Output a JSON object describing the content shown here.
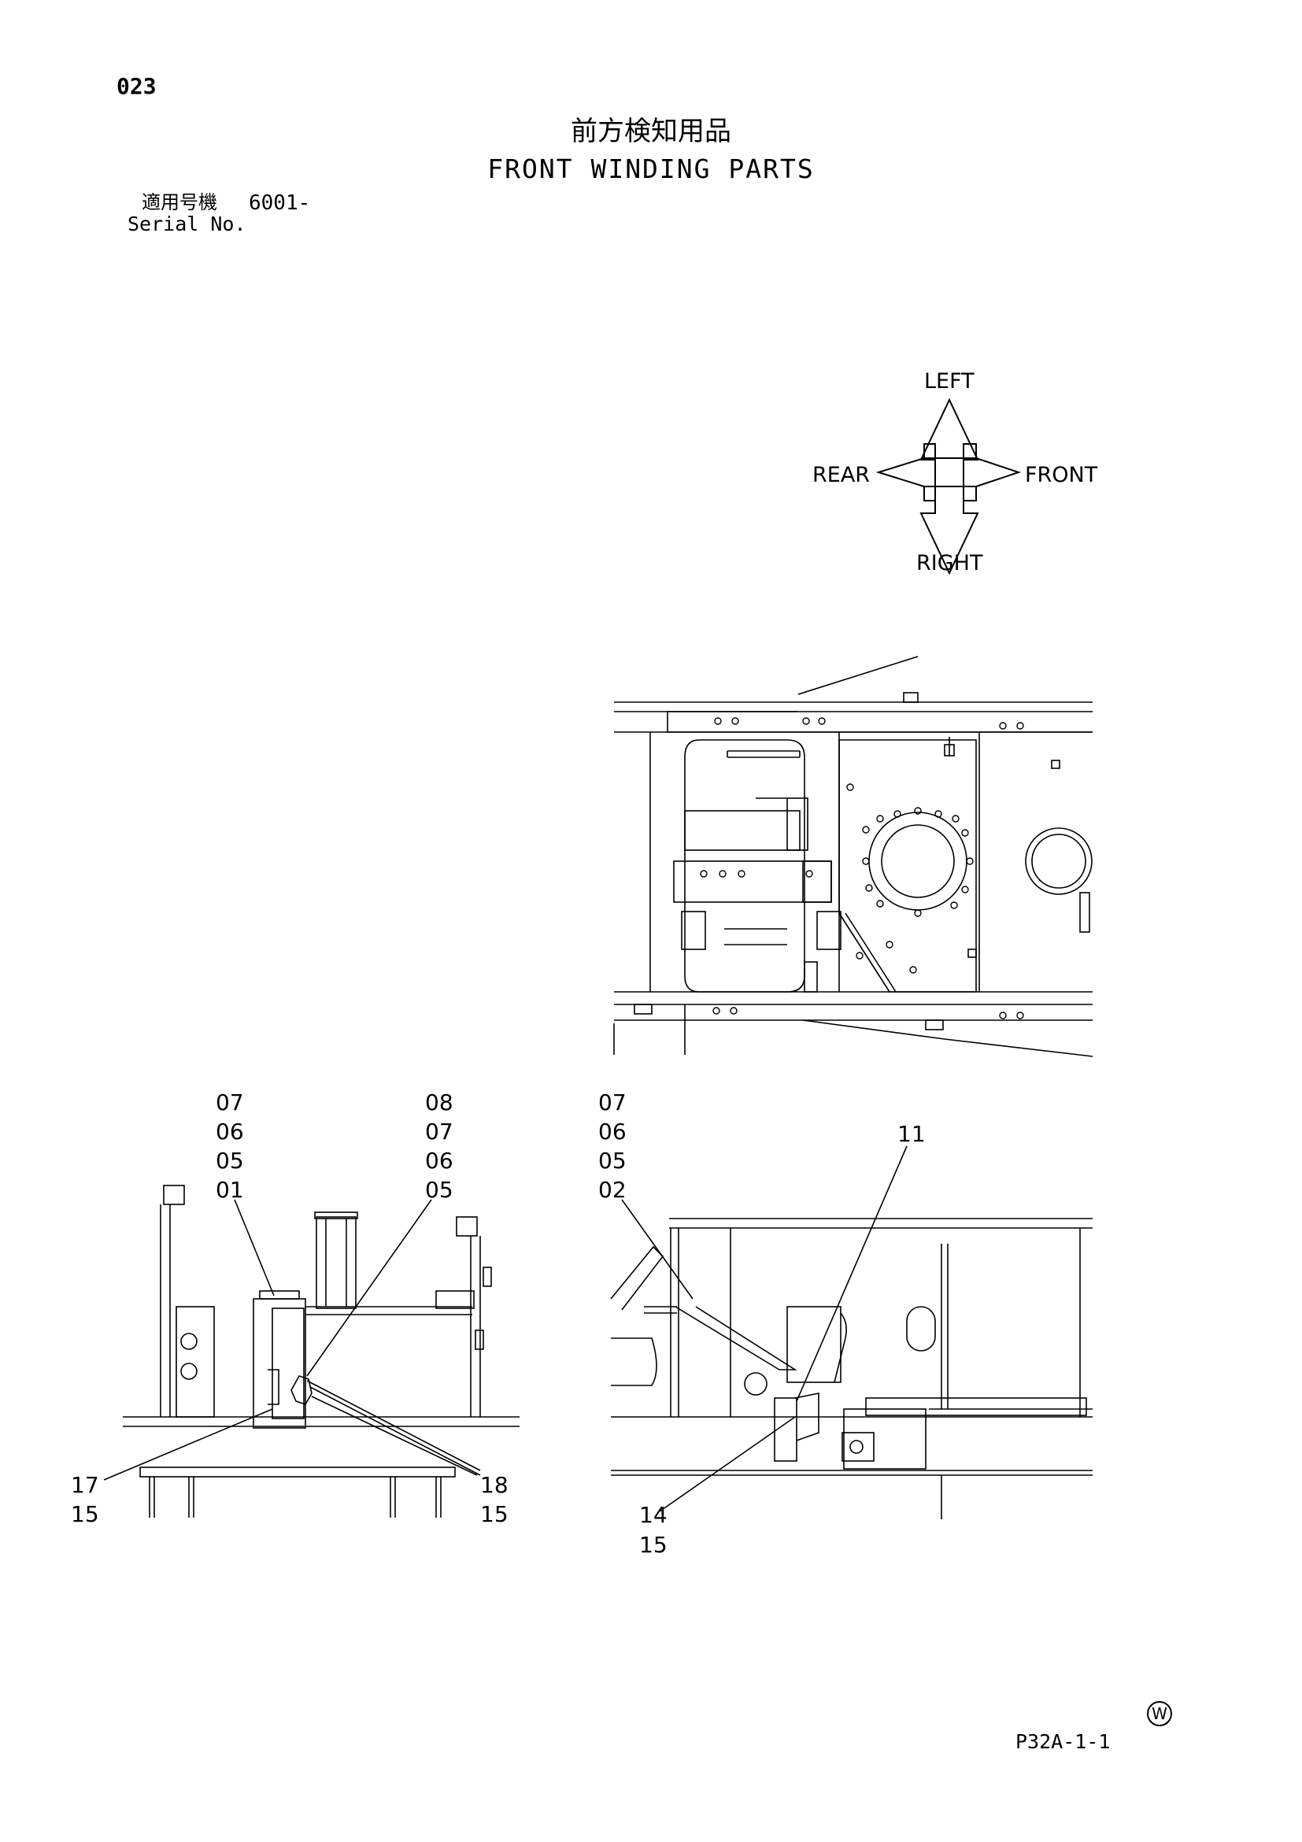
{
  "page": {
    "number": "023",
    "code": "P32A-1-1",
    "mark": "W"
  },
  "title": {
    "japanese": "前方検知用品",
    "english": "FRONT WINDING PARTS"
  },
  "serial": {
    "label_jp": "適用号機",
    "value": "6001-",
    "label_en": "Serial No."
  },
  "orientation": {
    "up": "LEFT",
    "down": "RIGHT",
    "left": "REAR",
    "right": "FRONT"
  },
  "callouts": {
    "left_view": {
      "stack_a": [
        "07",
        "06",
        "05",
        "01"
      ],
      "stack_b": [
        "08",
        "07",
        "06",
        "05"
      ],
      "bottom_left": [
        "17",
        "15"
      ],
      "bottom_right": [
        "18",
        "15"
      ]
    },
    "right_view": {
      "stack": [
        "07",
        "06",
        "05",
        "02"
      ],
      "single": "11",
      "bottom": [
        "14",
        "15"
      ]
    }
  }
}
